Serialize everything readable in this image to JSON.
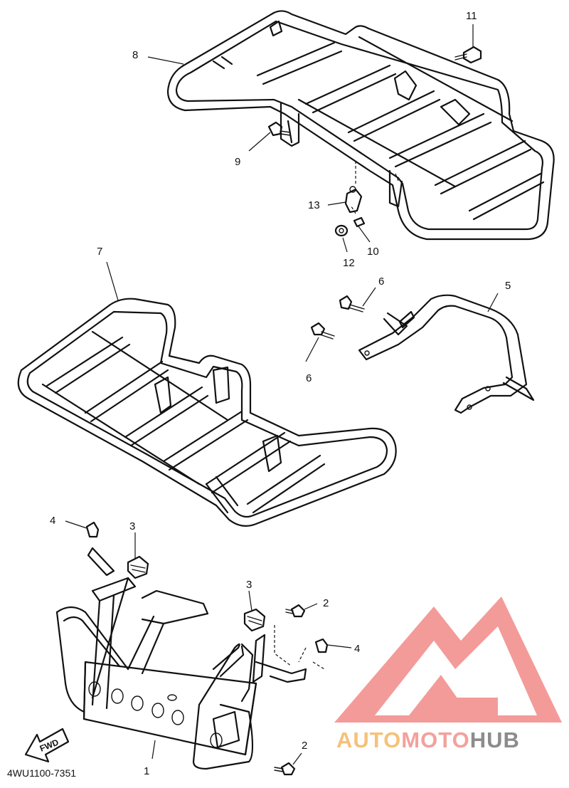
{
  "callouts": {
    "c1": "1",
    "c2a": "2",
    "c2b": "2",
    "c3a": "3",
    "c3b": "3",
    "c4a": "4",
    "c4b": "4",
    "c5": "5",
    "c6a": "6",
    "c6b": "6",
    "c7": "7",
    "c8": "8",
    "c9": "9",
    "c10": "10",
    "c11": "11",
    "c12": "12",
    "c13": "13"
  },
  "diagram_code": "4WU1100-7351",
  "fwd_label": "FWD",
  "watermark": {
    "part1": "AUTO",
    "part2": "MOTO",
    "part3": "HUB",
    "color1": "#f5c27a",
    "color2": "#f4a09c",
    "color3": "#8c8c8c",
    "logo_color": "#f07a78"
  }
}
